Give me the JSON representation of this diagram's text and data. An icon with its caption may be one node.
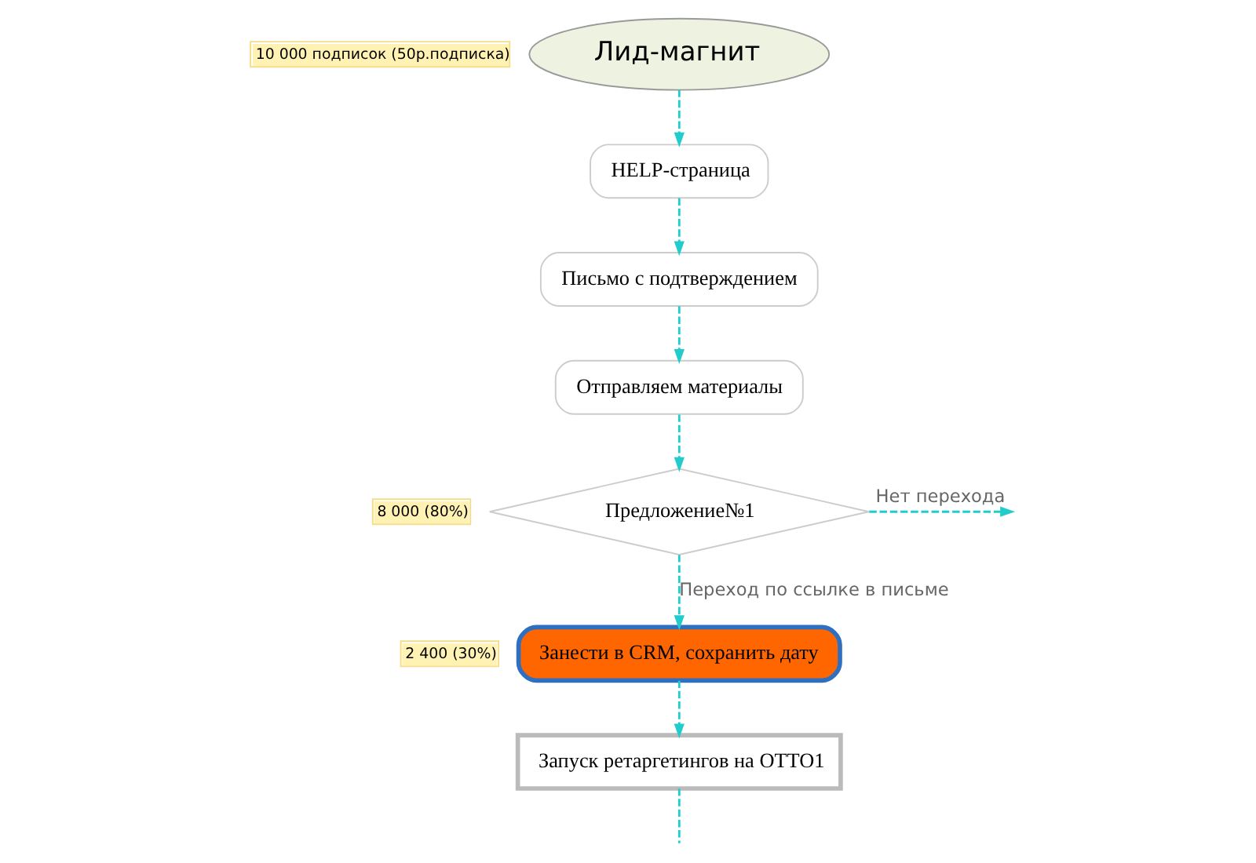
{
  "diagram": {
    "nodes": [
      {
        "text": [
          "Лид-магнит"
        ],
        "beside": [
          "10 000 подписок (50р.подписка)"
        ]
      },
      {
        "text": [
          "HELP-страница"
        ]
      },
      {
        "text": [
          "Письмо с подтверждением"
        ]
      },
      {
        "text": [
          "Отправляем материалы"
        ]
      },
      {
        "text": [
          "Предложение№1"
        ],
        "beside": [
          "8 000 (80%)"
        ]
      },
      {
        "text": [
          "Занести в CRM, сохранить дату"
        ],
        "beside": [
          "2 400 (30%)"
        ]
      },
      {
        "text": [
          "Запуск ретаргетингов на OTTO1"
        ]
      }
    ],
    "edges": [
      {
        "from": 0,
        "to": 1,
        "arrow": "to",
        "style": "dashed"
      },
      {
        "from": 1,
        "to": 2,
        "arrow": "to",
        "style": "dashed"
      },
      {
        "from": 2,
        "to": 3,
        "arrow": "to",
        "style": "dashed"
      },
      {
        "from": 3,
        "to": 4,
        "arrow": "to",
        "style": "dashed"
      },
      {
        "from": 4,
        "to": null,
        "arrow": "to",
        "style": "dashed",
        "label": "Нет перехода"
      },
      {
        "from": 4,
        "to": 5,
        "arrow": "to",
        "style": "dashed",
        "label": "Переход по ссылке в письме"
      },
      {
        "from": 5,
        "to": 6,
        "arrow": "to",
        "style": "dashed"
      },
      {
        "from": 6,
        "to": null,
        "arrow": "none",
        "style": "dashed"
      }
    ]
  }
}
